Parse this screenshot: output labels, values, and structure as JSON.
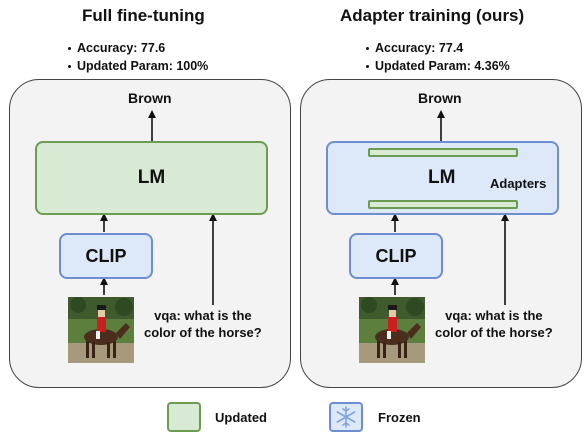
{
  "left": {
    "title": "Full fine-tuning",
    "accuracy": "Accuracy: 77.6",
    "params": "Updated Param: 100%",
    "output": "Brown",
    "lm": "LM",
    "clip": "CLIP",
    "question_line1": "vqa: what is the",
    "question_line2": "color of the horse?"
  },
  "right": {
    "title": "Adapter training (ours)",
    "accuracy": "Accuracy: 77.4",
    "params": "Updated Param: 4.36%",
    "output": "Brown",
    "lm": "LM",
    "adapters": "Adapters",
    "clip": "CLIP",
    "question_line1": "vqa: what is the",
    "question_line2": "color of the horse?"
  },
  "legend": {
    "updated": "Updated",
    "frozen": "Frozen"
  },
  "colors": {
    "updated_fill": "#d8ead3",
    "updated_border": "#6a9c52",
    "frozen_fill": "#dde8f8",
    "frozen_border": "#6d8fd1"
  },
  "icons": {
    "frozen": "snowflake-icon",
    "image": "horse-rider-photo"
  }
}
